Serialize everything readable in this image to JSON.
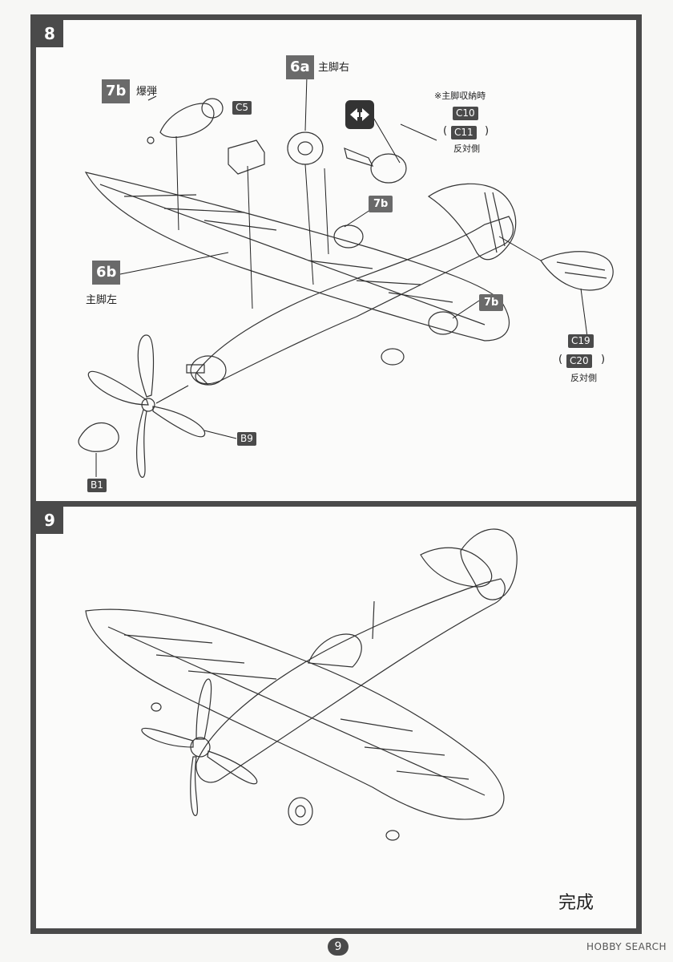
{
  "steps": [
    {
      "number": "8"
    },
    {
      "number": "9"
    }
  ],
  "step8": {
    "callouts": {
      "bomb_ref": "7b",
      "bomb_label": "爆弾",
      "gear_right_ref": "6a",
      "gear_right_label": "主脚右",
      "gear_left_ref": "6b",
      "gear_left_label": "主脚左",
      "bomb_ref_2": "7b",
      "bomb_ref_3": "7b"
    },
    "note_retracted": "※主脚収納時",
    "parts": {
      "c5": "C5",
      "c10": "C10",
      "c11": "C11",
      "c19": "C19",
      "c20": "C20",
      "b9": "B9",
      "b1": "B1"
    },
    "paren_open": "(",
    "paren_close": ")",
    "opposite_side": "反対側",
    "opposite_side_2": "反対側",
    "icon": "mirror-parts-icon"
  },
  "step9": {
    "complete_label": "完成"
  },
  "page_number": "9",
  "watermark": "HOBBY SEARCH",
  "colors": {
    "frame": "#4a4a4a",
    "tag": "#6a6a6a"
  }
}
